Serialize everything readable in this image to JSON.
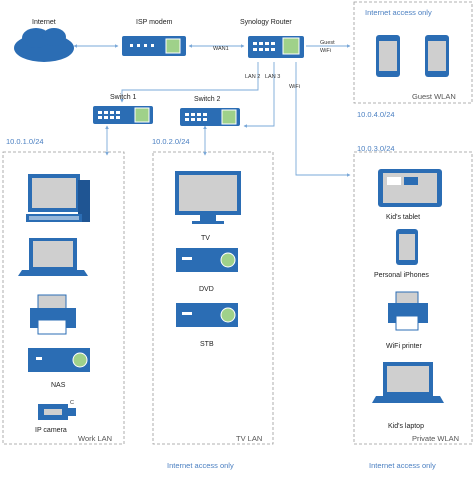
{
  "nodes": {
    "internet": "Internet",
    "isp_modem": "ISP modem",
    "router": "Synology Router",
    "switch1": "Switch 1",
    "switch2": "Switch 2"
  },
  "ports": {
    "wan1": "WAN1",
    "lan2": "LAN 2",
    "lan3": "LAN 3",
    "guest_wifi": "Guest\nWiFi",
    "wifi": "WiFi"
  },
  "subnets": {
    "work": "10.0.1.0/24",
    "tv": "10.0.2.0/24",
    "private": "10.0.3.0/24",
    "guest": "10.0.4.0/24"
  },
  "zones": {
    "work_lan": "Work LAN",
    "tv_lan": "TV LAN",
    "private_wlan": "Private WLAN",
    "guest_wlan": "Guest WLAN"
  },
  "notes": {
    "guest_access": "Internet access only",
    "tv_access": "Internet access only",
    "private_access": "Internet access only"
  },
  "devices": {
    "nas": "NAS",
    "ip_camera": "IP camera",
    "tv": "TV",
    "dvd": "DVD",
    "stb": "STB",
    "kids_tablet": "Kid's tablet",
    "personal_iphones": "Personal iPhones",
    "wifi_printer": "WiFi printer",
    "kids_laptop": "Kid's laptop"
  }
}
